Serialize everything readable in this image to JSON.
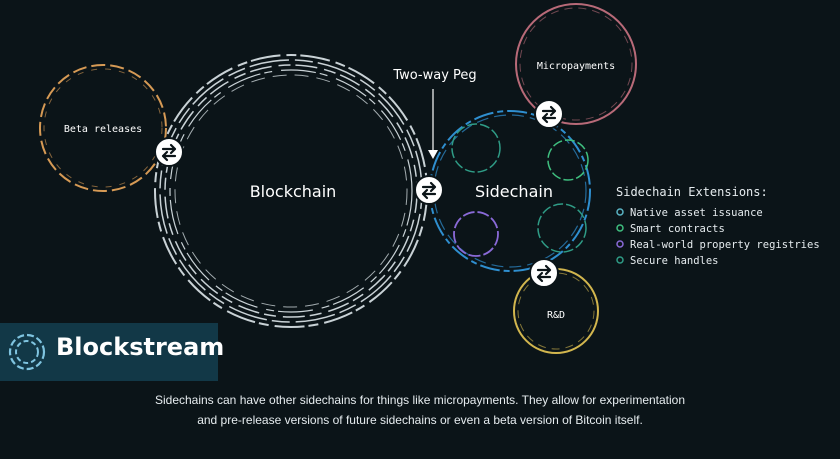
{
  "diagram": {
    "peg_label": "Two-way Peg",
    "blockchain_label": "Blockchain",
    "sidechain_label": "Sidechain",
    "beta_label": "Beta releases",
    "micropayments_label": "Micropayments",
    "rd_label": "R&D",
    "extensions_title": "Sidechain Extensions:",
    "extensions": [
      {
        "label": "Native asset issuance",
        "color": "#5ab4c4"
      },
      {
        "label": "Smart contracts",
        "color": "#3fbf7f"
      },
      {
        "label": "Real-world property registries",
        "color": "#8a6ad8"
      },
      {
        "label": "Secure handles",
        "color": "#2f9c86"
      }
    ],
    "colors": {
      "blockchain": "#c9d2d6",
      "sidechain": "#2f8fd0",
      "beta": "#d69a55",
      "micropayments": "#b86a78",
      "rd": "#d2b64e",
      "peg_icon": "swap-arrows-icon"
    }
  },
  "brand": {
    "name": "Blockstream",
    "color": "#123847"
  },
  "caption": {
    "line1": "Sidechains can have other sidechains for things like micropayments. They allow for experimentation",
    "line2": "and pre-release versions of future sidechains or even a beta version of Bitcoin itself."
  }
}
